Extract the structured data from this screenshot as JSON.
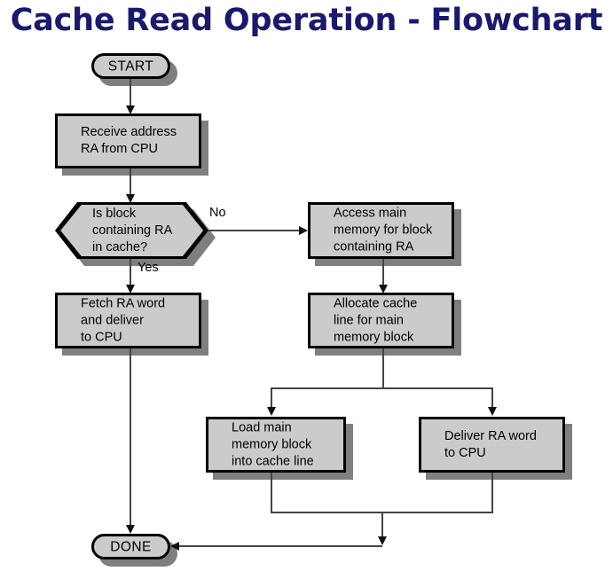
{
  "title": "Cache Read Operation - Flowchart",
  "colors": {
    "title_text": "#191970",
    "node_fill": "#cbcbcb",
    "node_border": "#000000",
    "node_shadow": "#7f7f7f",
    "connector": "#444444",
    "arrowhead": "#111111",
    "background": "#ffffff"
  },
  "chart_data": {
    "type": "diagram",
    "title": "Cache Read Operation - Flowchart",
    "nodes": [
      {
        "id": "start",
        "shape": "terminator",
        "label": "START"
      },
      {
        "id": "receive",
        "shape": "process",
        "label": "Receive address\nRA from CPU"
      },
      {
        "id": "decision",
        "shape": "hexagon",
        "label": "Is block\ncontaining RA\nin cache?"
      },
      {
        "id": "access",
        "shape": "process",
        "label": "Access main\nmemory for block\ncontaining RA"
      },
      {
        "id": "fetch",
        "shape": "process",
        "label": "Fetch RA word\nand deliver\nto CPU"
      },
      {
        "id": "allocate",
        "shape": "process",
        "label": "Allocate cache\nline for main\nmemory block"
      },
      {
        "id": "load",
        "shape": "process",
        "label": "Load main\nmemory block\ninto cache line"
      },
      {
        "id": "deliver",
        "shape": "process",
        "label": "Deliver RA word\nto CPU"
      },
      {
        "id": "done",
        "shape": "terminator",
        "label": "DONE"
      }
    ],
    "edges": [
      {
        "from": "start",
        "to": "receive",
        "label": ""
      },
      {
        "from": "receive",
        "to": "decision",
        "label": ""
      },
      {
        "from": "decision",
        "to": "fetch",
        "label": "Yes"
      },
      {
        "from": "decision",
        "to": "access",
        "label": "No"
      },
      {
        "from": "fetch",
        "to": "done",
        "label": ""
      },
      {
        "from": "access",
        "to": "allocate",
        "label": ""
      },
      {
        "from": "allocate",
        "to": "load",
        "label": ""
      },
      {
        "from": "allocate",
        "to": "deliver",
        "label": ""
      },
      {
        "from": "load",
        "to": "done",
        "label": ""
      },
      {
        "from": "deliver",
        "to": "done",
        "label": ""
      }
    ]
  },
  "nodes": {
    "start": {
      "label": "START"
    },
    "receive": {
      "label": "Receive address\nRA from CPU"
    },
    "decision": {
      "label": "Is block\ncontaining RA\nin cache?"
    },
    "access": {
      "label": "Access main\nmemory for block\ncontaining RA"
    },
    "fetch": {
      "label": "Fetch RA word\nand deliver\nto CPU"
    },
    "allocate": {
      "label": "Allocate cache\nline for main\nmemory block"
    },
    "load": {
      "label": "Load main\nmemory block\ninto cache line"
    },
    "deliver": {
      "label": "Deliver RA word\nto CPU"
    },
    "done": {
      "label": "DONE"
    }
  },
  "labels": {
    "no": "No",
    "yes": "Yes"
  }
}
